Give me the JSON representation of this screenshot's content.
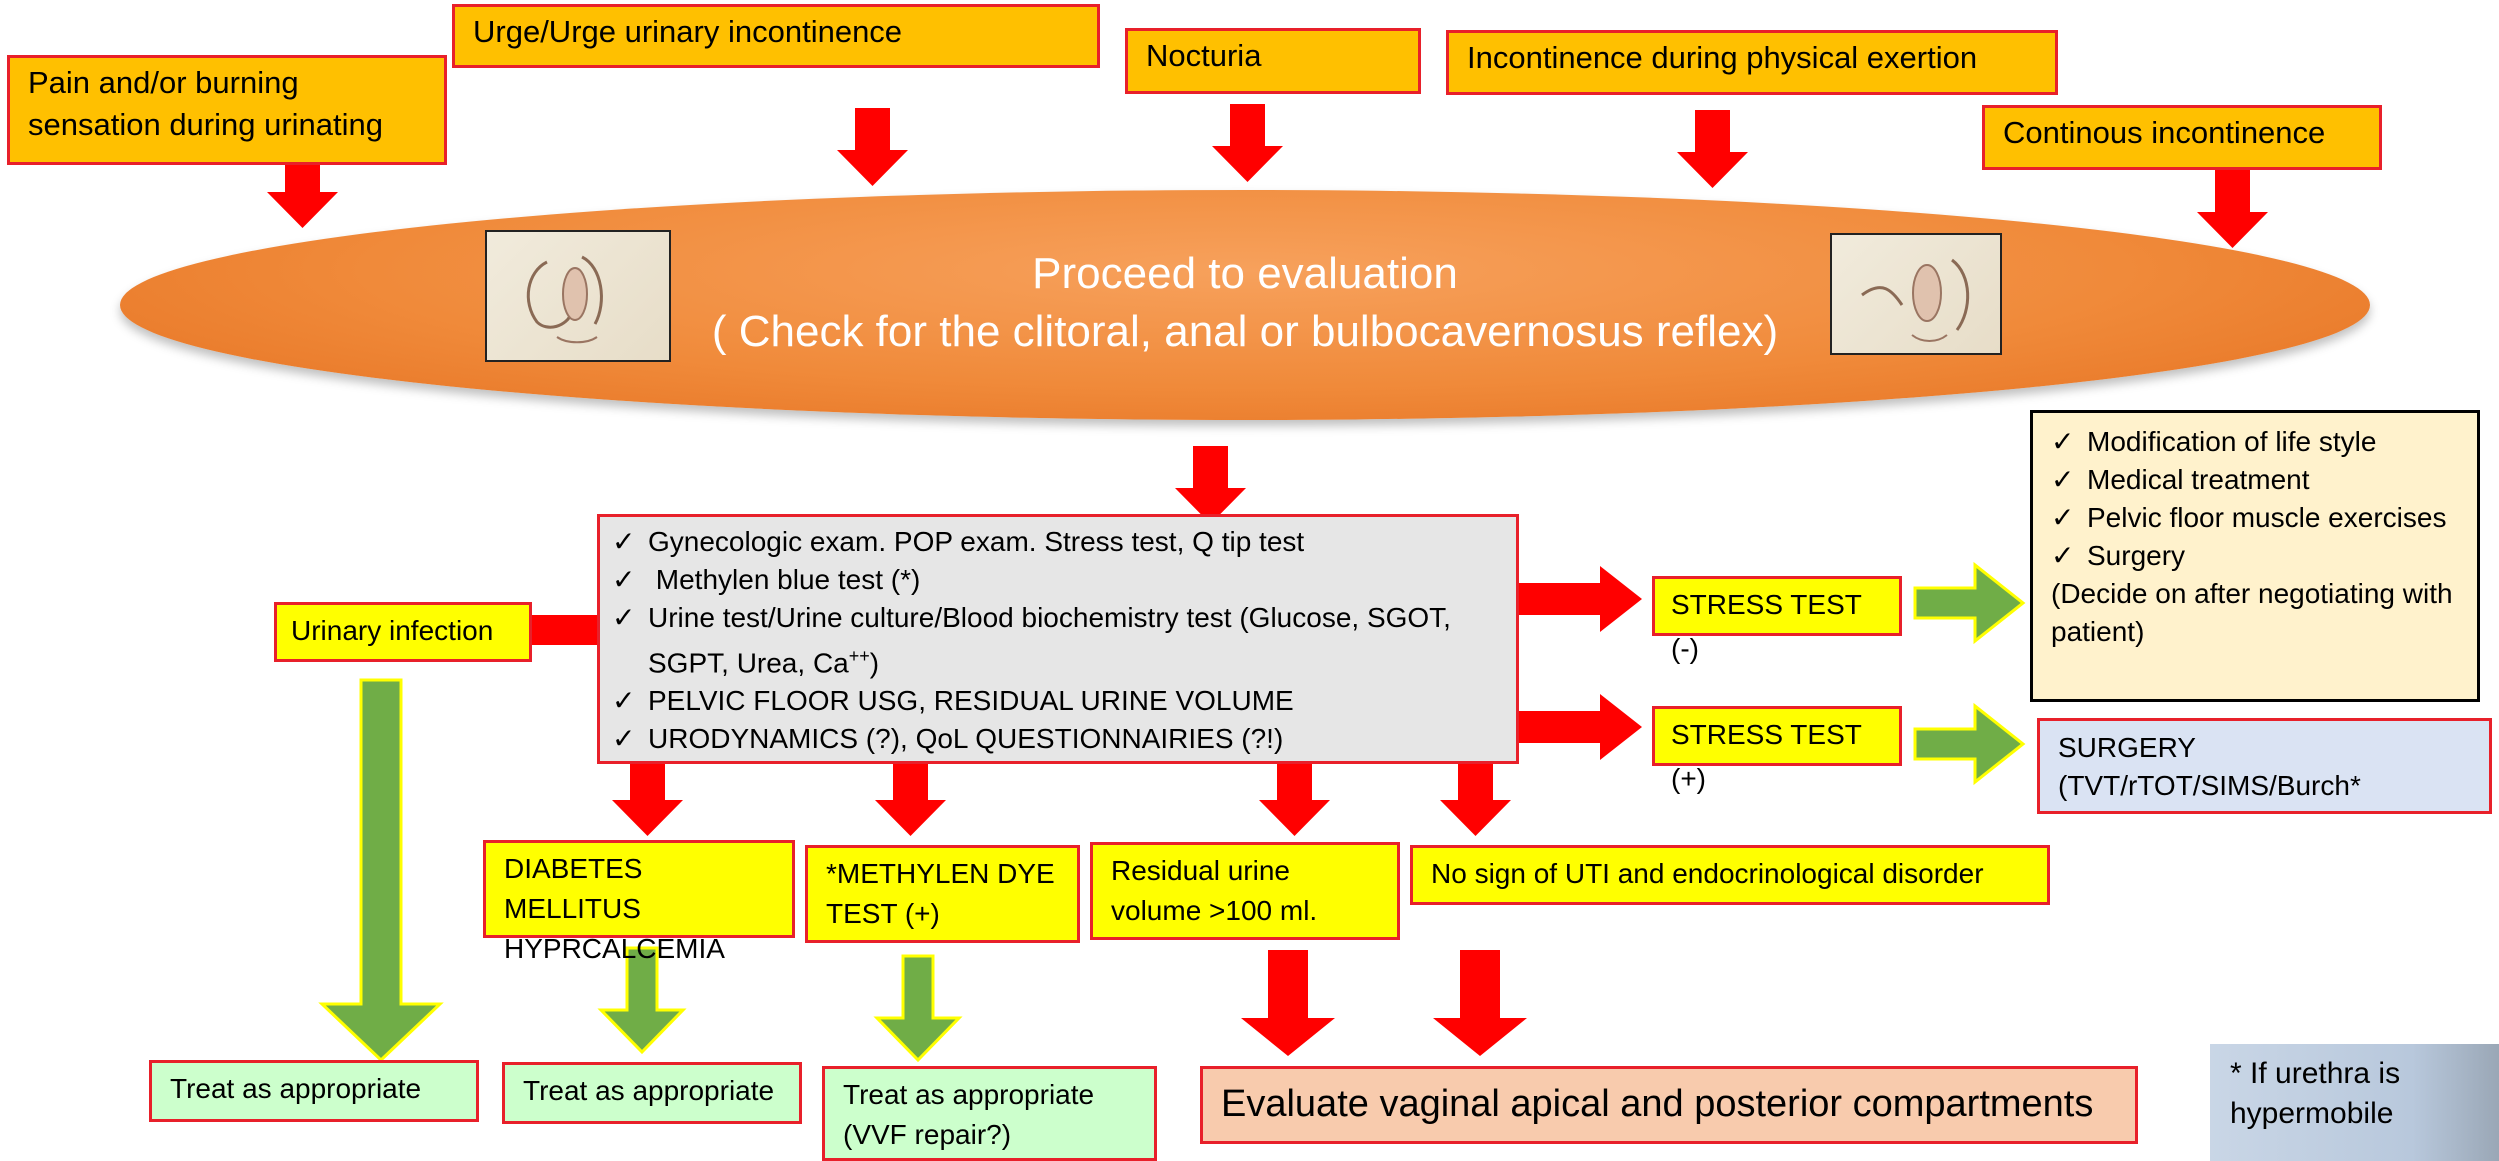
{
  "symptoms": {
    "pain": "Pain and/or burning sensation during urinating",
    "urge": "Urge/Urge urinary incontinence",
    "nocturia": "Nocturia",
    "exertion": "Incontinence during physical exertion",
    "continuous": "Continous incontinence"
  },
  "evaluation": {
    "line1": "Proceed to evaluation",
    "line2": "( Check for the clitoral, anal or bulbocavernosus reflex)"
  },
  "exam": {
    "items": [
      "Gynecologic exam. POP exam. Stress test, Q tip test",
      " Methylen blue test (*)",
      "Urine test/Urine culture/Blood biochemistry test (Glucose, SGOT, SGPT, Urea, Ca",
      "PELVIC FLOOR USG, RESIDUAL URINE VOLUME",
      "URODYNAMICS (?), QoL QUESTIONNAIRIES (?!)"
    ],
    "ca_superscript": "++",
    "ca_close": ")"
  },
  "urinary_infection": "Urinary infection",
  "stress_neg": "STRESS TEST (-)",
  "stress_pos": "STRESS TEST (+)",
  "management": {
    "items": [
      "Modification of life style",
      "Medical treatment",
      "Pelvic floor muscle exercises",
      "Surgery"
    ],
    "note": "(Decide on after negotiating with patient)"
  },
  "surgery": {
    "line1": "SURGERY",
    "line2": "(TVT/rTOT/SIMS/Burch*"
  },
  "outcomes": {
    "diabetes": "DIABETES MELLITUS HYPRCALCEMIA",
    "methylen": "*METHYLEN DYE TEST (+)",
    "residual": "Residual urine volume >100 ml.",
    "no_sign": "No sign of UTI and endocrinological disorder"
  },
  "treat": {
    "label": "Treat as appropriate",
    "vvf": "(VVF repair?)"
  },
  "evaluate_vaginal": "Evaluate vaginal apical and posterior compartments",
  "footnote": "* If urethra is hypermobile",
  "tick": "✓",
  "colors": {
    "arrow_red": "#ff0000",
    "arrow_green": "#70ad47",
    "ellipse": "#f08a3a",
    "symptom_fill": "#ffc000",
    "highlight": "#ffff00"
  }
}
